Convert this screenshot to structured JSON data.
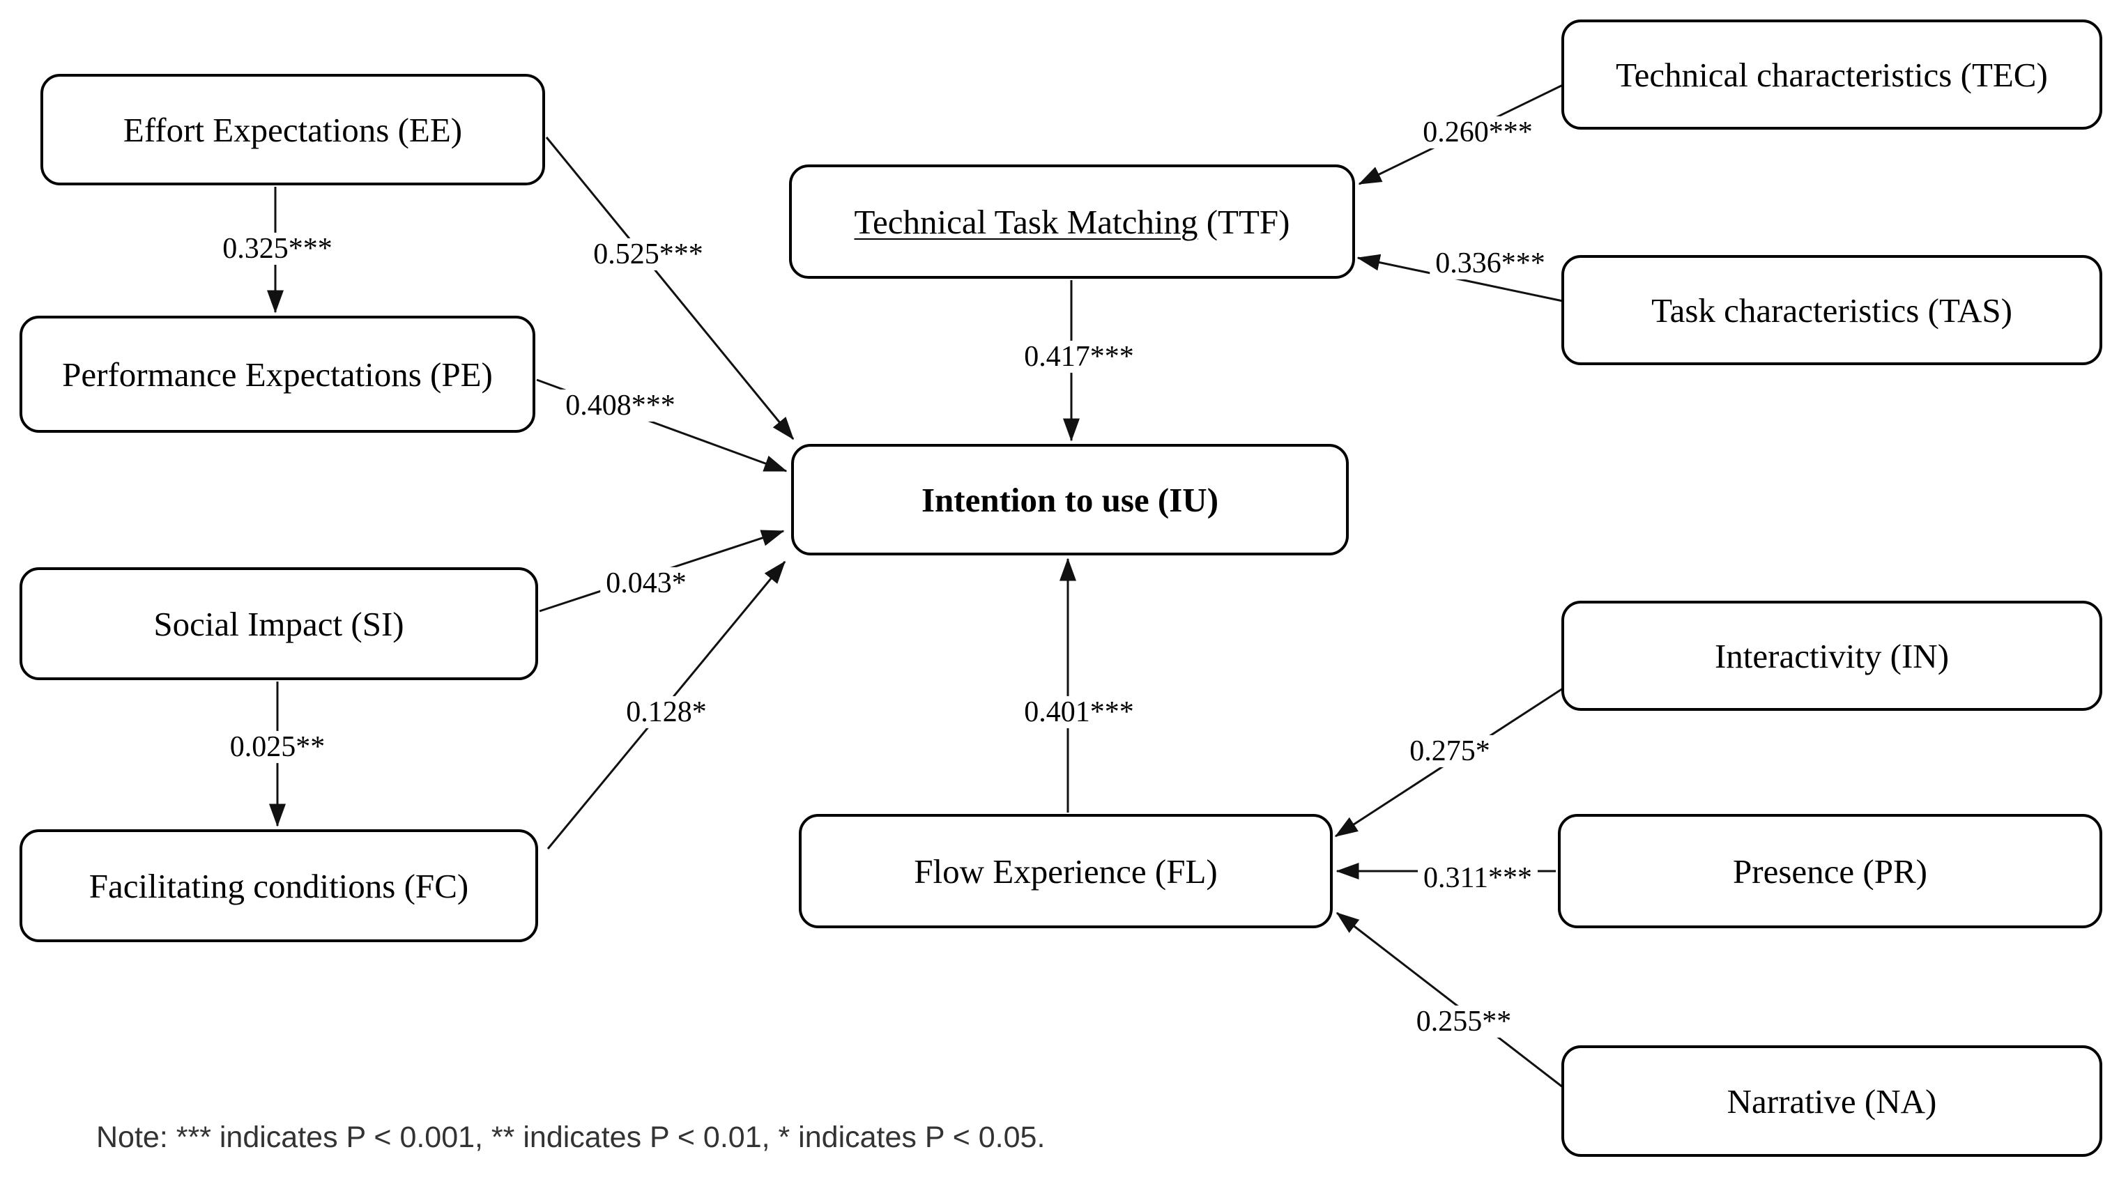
{
  "figure": {
    "nodes": {
      "ee": {
        "label": "Effort Expectations (EE)"
      },
      "pe": {
        "label": "Performance Expectations (PE)"
      },
      "si": {
        "label": "Social Impact (SI)"
      },
      "fc": {
        "label": "Facilitating conditions (FC)"
      },
      "ttf": {
        "label_main": "Technical Task Matching",
        "label_suffix": " (TTF)"
      },
      "iu": {
        "label": "Intention to use (IU)"
      },
      "fl": {
        "label": "Flow Experience (FL)"
      },
      "tec": {
        "label": "Technical characteristics (TEC)"
      },
      "tas": {
        "label": "Task characteristics (TAS)"
      },
      "in": {
        "label": "Interactivity (IN)"
      },
      "pr": {
        "label": "Presence (PR)"
      },
      "na": {
        "label": "Narrative (NA)"
      }
    },
    "edges": {
      "ee_pe": {
        "from": "EE",
        "to": "PE",
        "label": "0.325***"
      },
      "ee_iu": {
        "from": "EE",
        "to": "IU",
        "label": "0.525***"
      },
      "pe_iu": {
        "from": "PE",
        "to": "IU",
        "label": "0.408***"
      },
      "si_iu": {
        "from": "SI",
        "to": "IU",
        "label": "0.043*"
      },
      "si_fc": {
        "from": "SI",
        "to": "FC",
        "label": "0.025**"
      },
      "fc_iu": {
        "from": "FC",
        "to": "IU",
        "label": "0.128*"
      },
      "ttf_iu": {
        "from": "TTF",
        "to": "IU",
        "label": "0.417***"
      },
      "fl_iu": {
        "from": "FL",
        "to": "IU",
        "label": "0.401***"
      },
      "tec_ttf": {
        "from": "TEC",
        "to": "TTF",
        "label": "0.260***"
      },
      "tas_ttf": {
        "from": "TAS",
        "to": "TTF",
        "label": "0.336***"
      },
      "in_fl": {
        "from": "IN",
        "to": "FL",
        "label": "0.275*"
      },
      "pr_fl": {
        "from": "PR",
        "to": "FL",
        "label": "0.311***"
      },
      "na_fl": {
        "from": "NA",
        "to": "FL",
        "label": "0.255**"
      }
    },
    "note": "Note: *** indicates P < 0.001, ** indicates P < 0.01, * indicates P < 0.05."
  }
}
